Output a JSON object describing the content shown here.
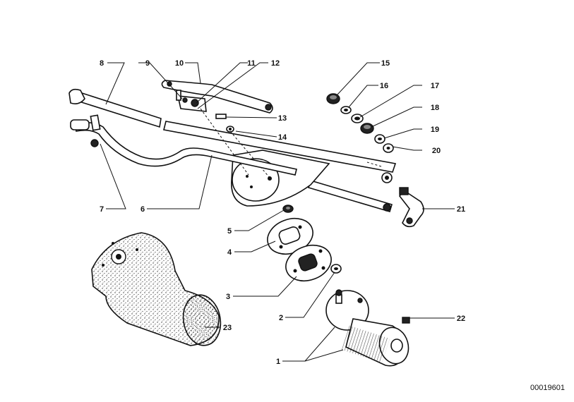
{
  "diagram": {
    "reference_id": "00019601",
    "parts": [
      {
        "id": "p1",
        "label": "1"
      },
      {
        "id": "p2",
        "label": "2"
      },
      {
        "id": "p3",
        "label": "3"
      },
      {
        "id": "p4",
        "label": "4"
      },
      {
        "id": "p5",
        "label": "5"
      },
      {
        "id": "p6",
        "label": "6"
      },
      {
        "id": "p7",
        "label": "7"
      },
      {
        "id": "p8",
        "label": "8"
      },
      {
        "id": "p9",
        "label": "9"
      },
      {
        "id": "p10",
        "label": "10"
      },
      {
        "id": "p11",
        "label": "11"
      },
      {
        "id": "p12",
        "label": "12"
      },
      {
        "id": "p13",
        "label": "13"
      },
      {
        "id": "p14",
        "label": "14"
      },
      {
        "id": "p15",
        "label": "15"
      },
      {
        "id": "p16",
        "label": "16"
      },
      {
        "id": "p17",
        "label": "17"
      },
      {
        "id": "p18",
        "label": "18"
      },
      {
        "id": "p19",
        "label": "19"
      },
      {
        "id": "p20",
        "label": "20"
      },
      {
        "id": "p21",
        "label": "21"
      },
      {
        "id": "p22",
        "label": "22"
      },
      {
        "id": "p23",
        "label": "23"
      }
    ]
  }
}
